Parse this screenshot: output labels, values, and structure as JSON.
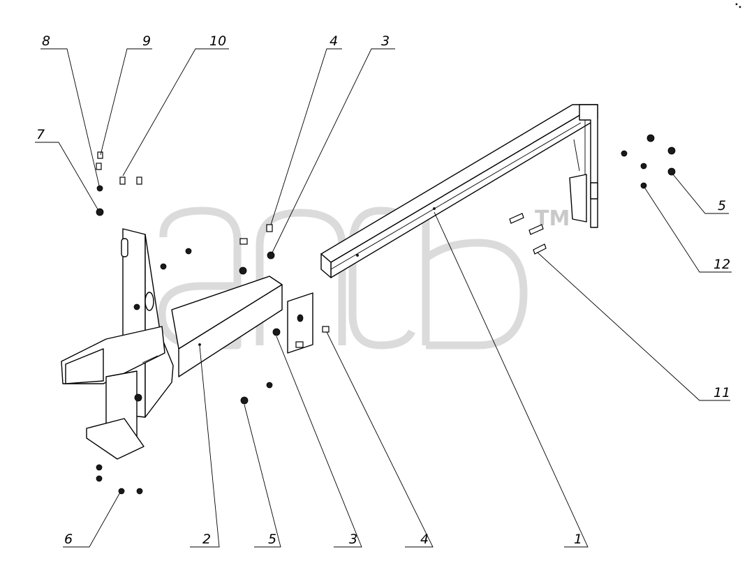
{
  "watermark": {
    "tm_label": "TM"
  },
  "callouts": [
    {
      "id": "c8",
      "label": "8"
    },
    {
      "id": "c9",
      "label": "9"
    },
    {
      "id": "c10",
      "label": "10"
    },
    {
      "id": "c4t",
      "label": "4"
    },
    {
      "id": "c3t",
      "label": "3"
    },
    {
      "id": "c7",
      "label": "7"
    },
    {
      "id": "c5r",
      "label": "5"
    },
    {
      "id": "c12",
      "label": "12"
    },
    {
      "id": "c11",
      "label": "11"
    },
    {
      "id": "c6",
      "label": "6"
    },
    {
      "id": "c2",
      "label": "2"
    },
    {
      "id": "c5b",
      "label": "5"
    },
    {
      "id": "c3b",
      "label": "3"
    },
    {
      "id": "c4b",
      "label": "4"
    },
    {
      "id": "c1",
      "label": "1"
    }
  ]
}
